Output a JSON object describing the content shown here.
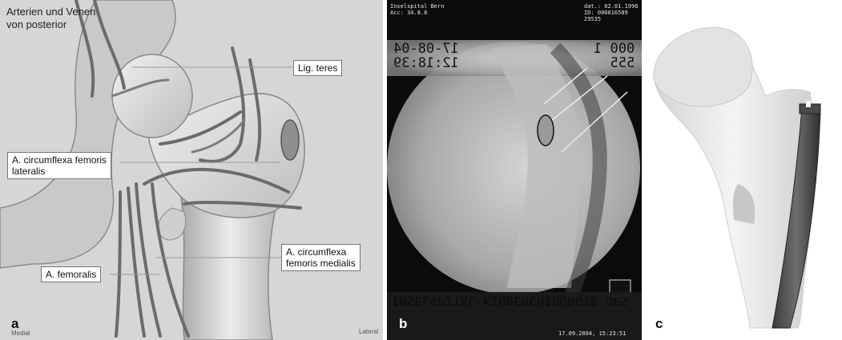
{
  "panel_a": {
    "title_line1": "Arterien und Venen",
    "title_line2": "von posterior",
    "labels": {
      "lig_teres": "Lig. teres",
      "circ_lat_1": "A. circumflexa femoris",
      "circ_lat_2": "lateralis",
      "circ_med_1": "A. circumflexa",
      "circ_med_2": "femoris medialis",
      "femoralis": "A. femoralis"
    },
    "letter": "a",
    "corner_left": "Medial",
    "corner_right": "Lateral"
  },
  "panel_b": {
    "top_left_line1": "Inselspital Bern",
    "top_left_line2": "Acc: 34.8.8",
    "top_right_line1": "dat.: 02.01.1996",
    "top_right_line2": "ID: 000016589",
    "top_right_line3": "29535",
    "date_mirrored": "17-08-04",
    "time_mirrored": "12:18:39",
    "num_right_1": "000 1",
    "num_right_2": "555",
    "bottom_banner": "INSELSPITAL KINDERCHIRURGIE OPS",
    "bottom_timestamp": "17.09.2004, 15:23:51",
    "letter": "b"
  },
  "panel_c": {
    "letter": "c"
  },
  "colors": {
    "background_a": "#d6d6d6",
    "bone": "#e6e6e6",
    "vessel": "#6b6b6b",
    "xray_background": "#0b0b0b",
    "marker_gray": "#8f8f8f"
  }
}
